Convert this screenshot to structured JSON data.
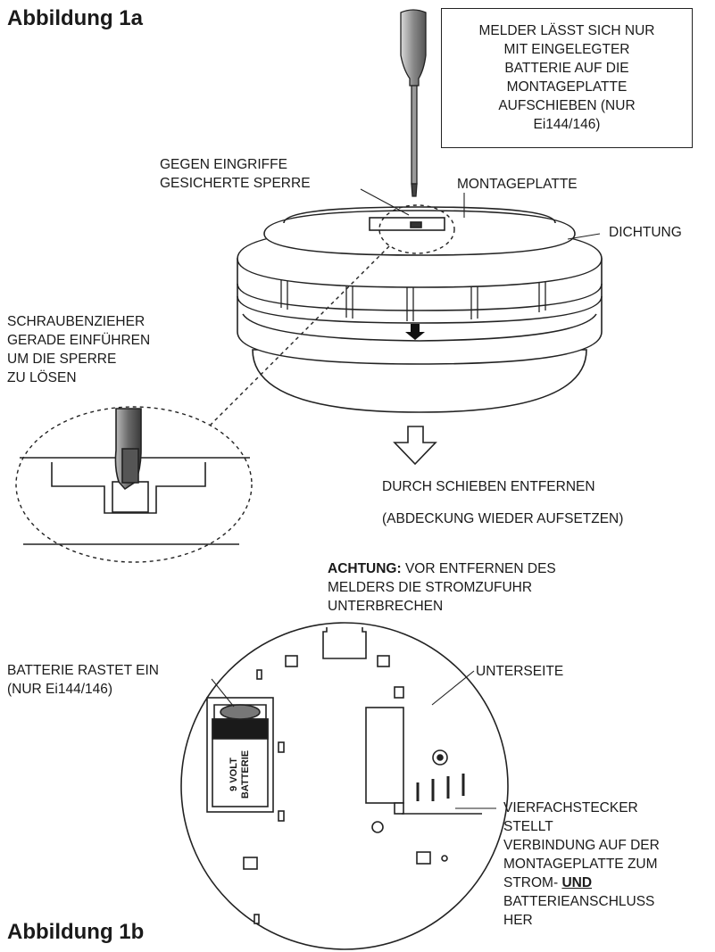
{
  "figure_1a": {
    "title": "Abbildung 1a",
    "note_box": [
      "MELDER LÄSST SICH NUR",
      "MIT EINGELEGTER",
      "BATTERIE AUF DIE",
      "MONTAGEPLATTE",
      "AUFSCHIEBEN (NUR",
      "Ei144/146)"
    ],
    "tamper_lock": [
      "GEGEN EINGRIFFE",
      "GESICHERTE SPERRE"
    ],
    "mounting_plate": "MONTAGEPLATTE",
    "seal": "DICHTUNG",
    "screwdriver_instruction": [
      "SCHRAUBENZIEHER",
      "GERADE EINFÜHREN",
      "UM DIE SPERRE",
      "ZU LÖSEN"
    ],
    "remove_by_sliding": "DURCH SCHIEBEN ENTFERNEN",
    "refit_cover": "(ABDECKUNG WIEDER AUFSETZEN)"
  },
  "warning": {
    "prefix": "ACHTUNG:",
    "line1": " VOR ENTFERNEN DES",
    "line2": "MELDERS DIE STROMZUFUHR",
    "line3": "UNTERBRECHEN"
  },
  "figure_1b": {
    "title": "Abbildung 1b",
    "battery_clips": [
      "BATTERIE RASTET EIN",
      "(NUR Ei144/146)"
    ],
    "underside": "UNTERSEITE",
    "battery_label": [
      "9 VOLT",
      "BATTERIE"
    ],
    "connector_note": {
      "lines": [
        "VIERFACHSTECKER",
        "STELLT",
        "VERBINDUNG AUF DER",
        "MONTAGEPLATTE ZUM"
      ],
      "line5_prefix": "STROM- ",
      "line5_emphasis": "UND",
      "lines_after": [
        "BATTERIEANSCHLUSS",
        "HER"
      ]
    }
  }
}
